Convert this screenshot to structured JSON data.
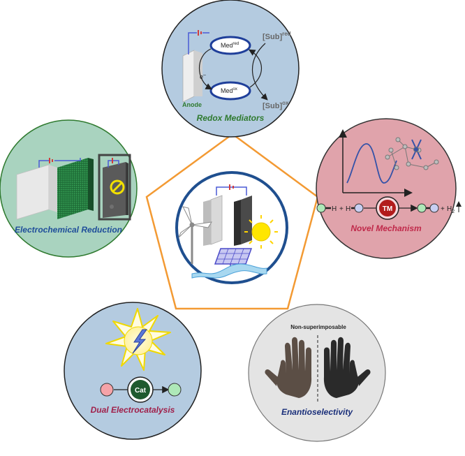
{
  "redox_mediators": {
    "title": "Redox Mediators",
    "anode": "Anode",
    "electron": "e",
    "minus": "–",
    "med_top_base": "Med",
    "med_top_sup": "red",
    "med_bottom_base": "Med",
    "med_bottom_sup": "ox",
    "sub_top_base": "[Sub]",
    "sub_top_sup": "red",
    "sub_bottom_base": "[Sub]",
    "sub_bottom_sup": "ox"
  },
  "electrochemical_reduction": {
    "title": "Electrochemical Reduction"
  },
  "novel_mechanism": {
    "title": "Novel Mechanism",
    "tm": "TM",
    "h_left": "H",
    "plus1": "+",
    "h_mid": "H",
    "plus2": "+",
    "h2": "H",
    "h2_sub": "2"
  },
  "dual_electrocatalysis": {
    "title": "Dual Electrocatalysis",
    "cat": "Cat"
  },
  "enantioselectivity": {
    "title": "Enantioselectivity",
    "non_superimposable": "Non-superimposable"
  },
  "colors": {
    "blue_circle": "#b4cbe0",
    "green_circle": "#a9d3bf",
    "red_circle": "#e0a3ab",
    "grey_circle": "#e4e4e4",
    "pentagon": "#f39a33",
    "center_ring": "#1f4f8f",
    "title_green": "#2f7a2f",
    "title_blue": "#1f4e9a",
    "title_red": "#c0294a",
    "title_navy": "#1a2f7a"
  }
}
